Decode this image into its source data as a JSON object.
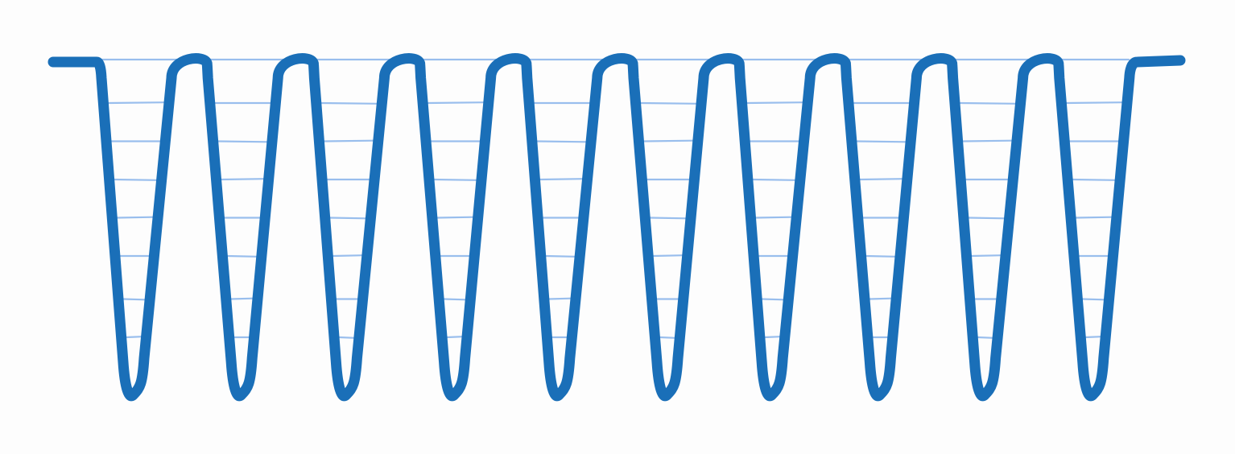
{
  "diagram": {
    "kind": "wells-profile",
    "well_count": 10,
    "hatch_lines_per_well": 7,
    "colors": {
      "background": "#fdfdfd",
      "trace": "#1a6fb8",
      "hatch": "#8fb8ec"
    }
  }
}
